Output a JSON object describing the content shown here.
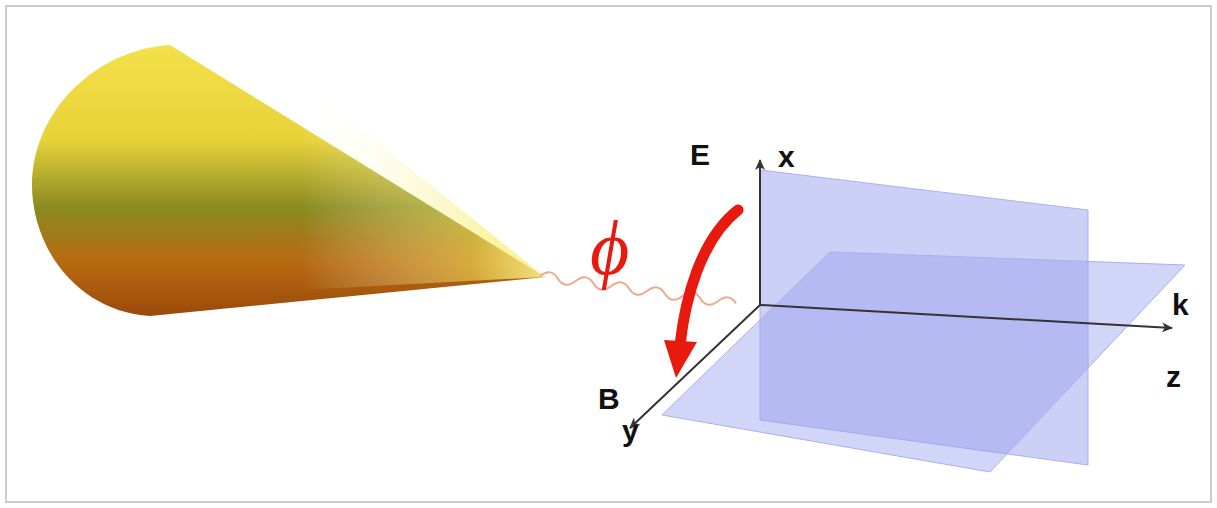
{
  "diagram": {
    "labels": [
      "E",
      "x",
      "ϕ",
      "B",
      "y",
      "k",
      "z"
    ]
  }
}
